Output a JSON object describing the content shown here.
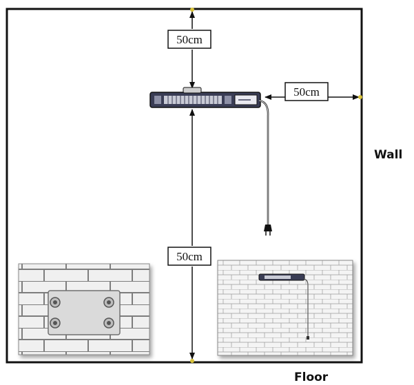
{
  "labels": {
    "top_clearance": "50cm",
    "side_clearance": "50cm",
    "bottom_clearance": "50cm",
    "wall": "Wall",
    "floor": "Floor"
  },
  "colors": {
    "line": "#111111",
    "heater_body": "#3a3d55",
    "heater_grille": "#c9cbd6",
    "brick_fill": "#f2f2f2",
    "brick_line": "#8a8a8a",
    "bracket": "#dadada",
    "endpoint_dot": "#d8c23a"
  },
  "icons": {
    "heater": "wall-heater-icon",
    "bracket": "mounting-bracket-icon",
    "plug": "power-plug-icon"
  }
}
